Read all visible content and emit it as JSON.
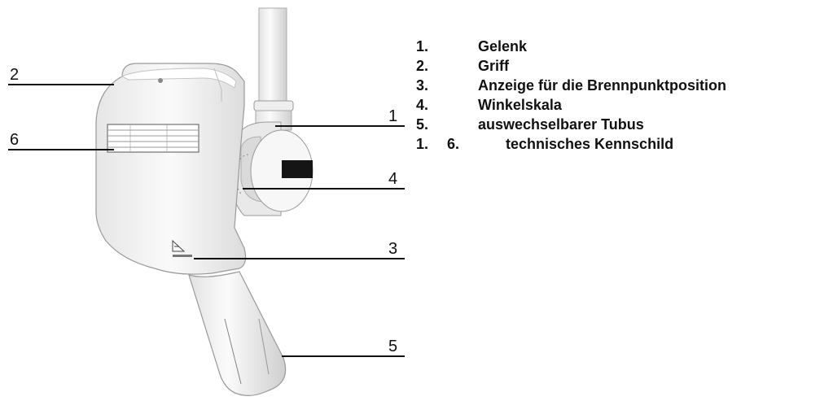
{
  "callouts": [
    "1",
    "2",
    "3",
    "4",
    "5",
    "6"
  ],
  "legend": {
    "items": [
      {
        "num": "1.",
        "label": "Gelenk"
      },
      {
        "num": "2.",
        "label": "Griff"
      },
      {
        "num": "3.",
        "label": "Anzeige für die Brennpunktposition"
      },
      {
        "num": "4.",
        "label": "Winkelskala"
      },
      {
        "num": "5.",
        "label": "auswechselbarer Tubus"
      }
    ],
    "last": {
      "prefix": "1.",
      "num": "6.",
      "label": "technisches Kennschild"
    }
  },
  "colors": {
    "line": "#111111",
    "device": "#f4f4f4",
    "outline": "#9a9a9a",
    "shade": "#d6d6d6"
  }
}
